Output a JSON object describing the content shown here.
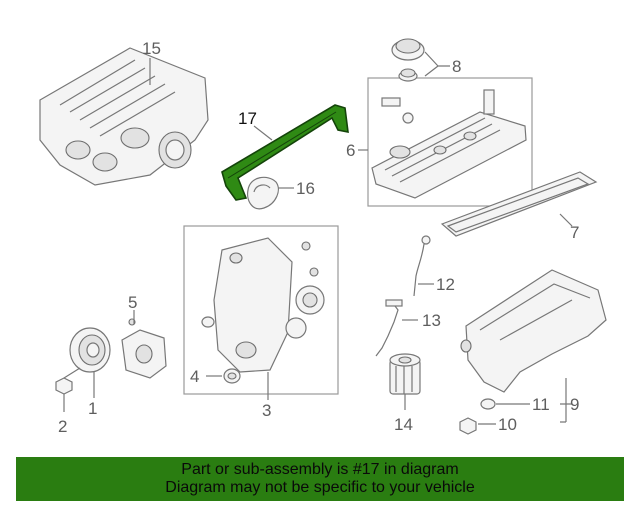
{
  "diagram": {
    "highlight_color": "#2a7d11",
    "callouts": {
      "c1": "1",
      "c2": "2",
      "c3": "3",
      "c4": "4",
      "c5": "5",
      "c6": "6",
      "c7": "7",
      "c8": "8",
      "c9": "9",
      "c10": "10",
      "c11": "11",
      "c12": "12",
      "c13": "13",
      "c14": "14",
      "c15": "15",
      "c16": "16",
      "c17": "17"
    }
  },
  "banner": {
    "line1": "Part or sub-assembly is #17 in diagram",
    "line2": "Diagram may not be specific to your vehicle",
    "background": "#2a7d11"
  }
}
